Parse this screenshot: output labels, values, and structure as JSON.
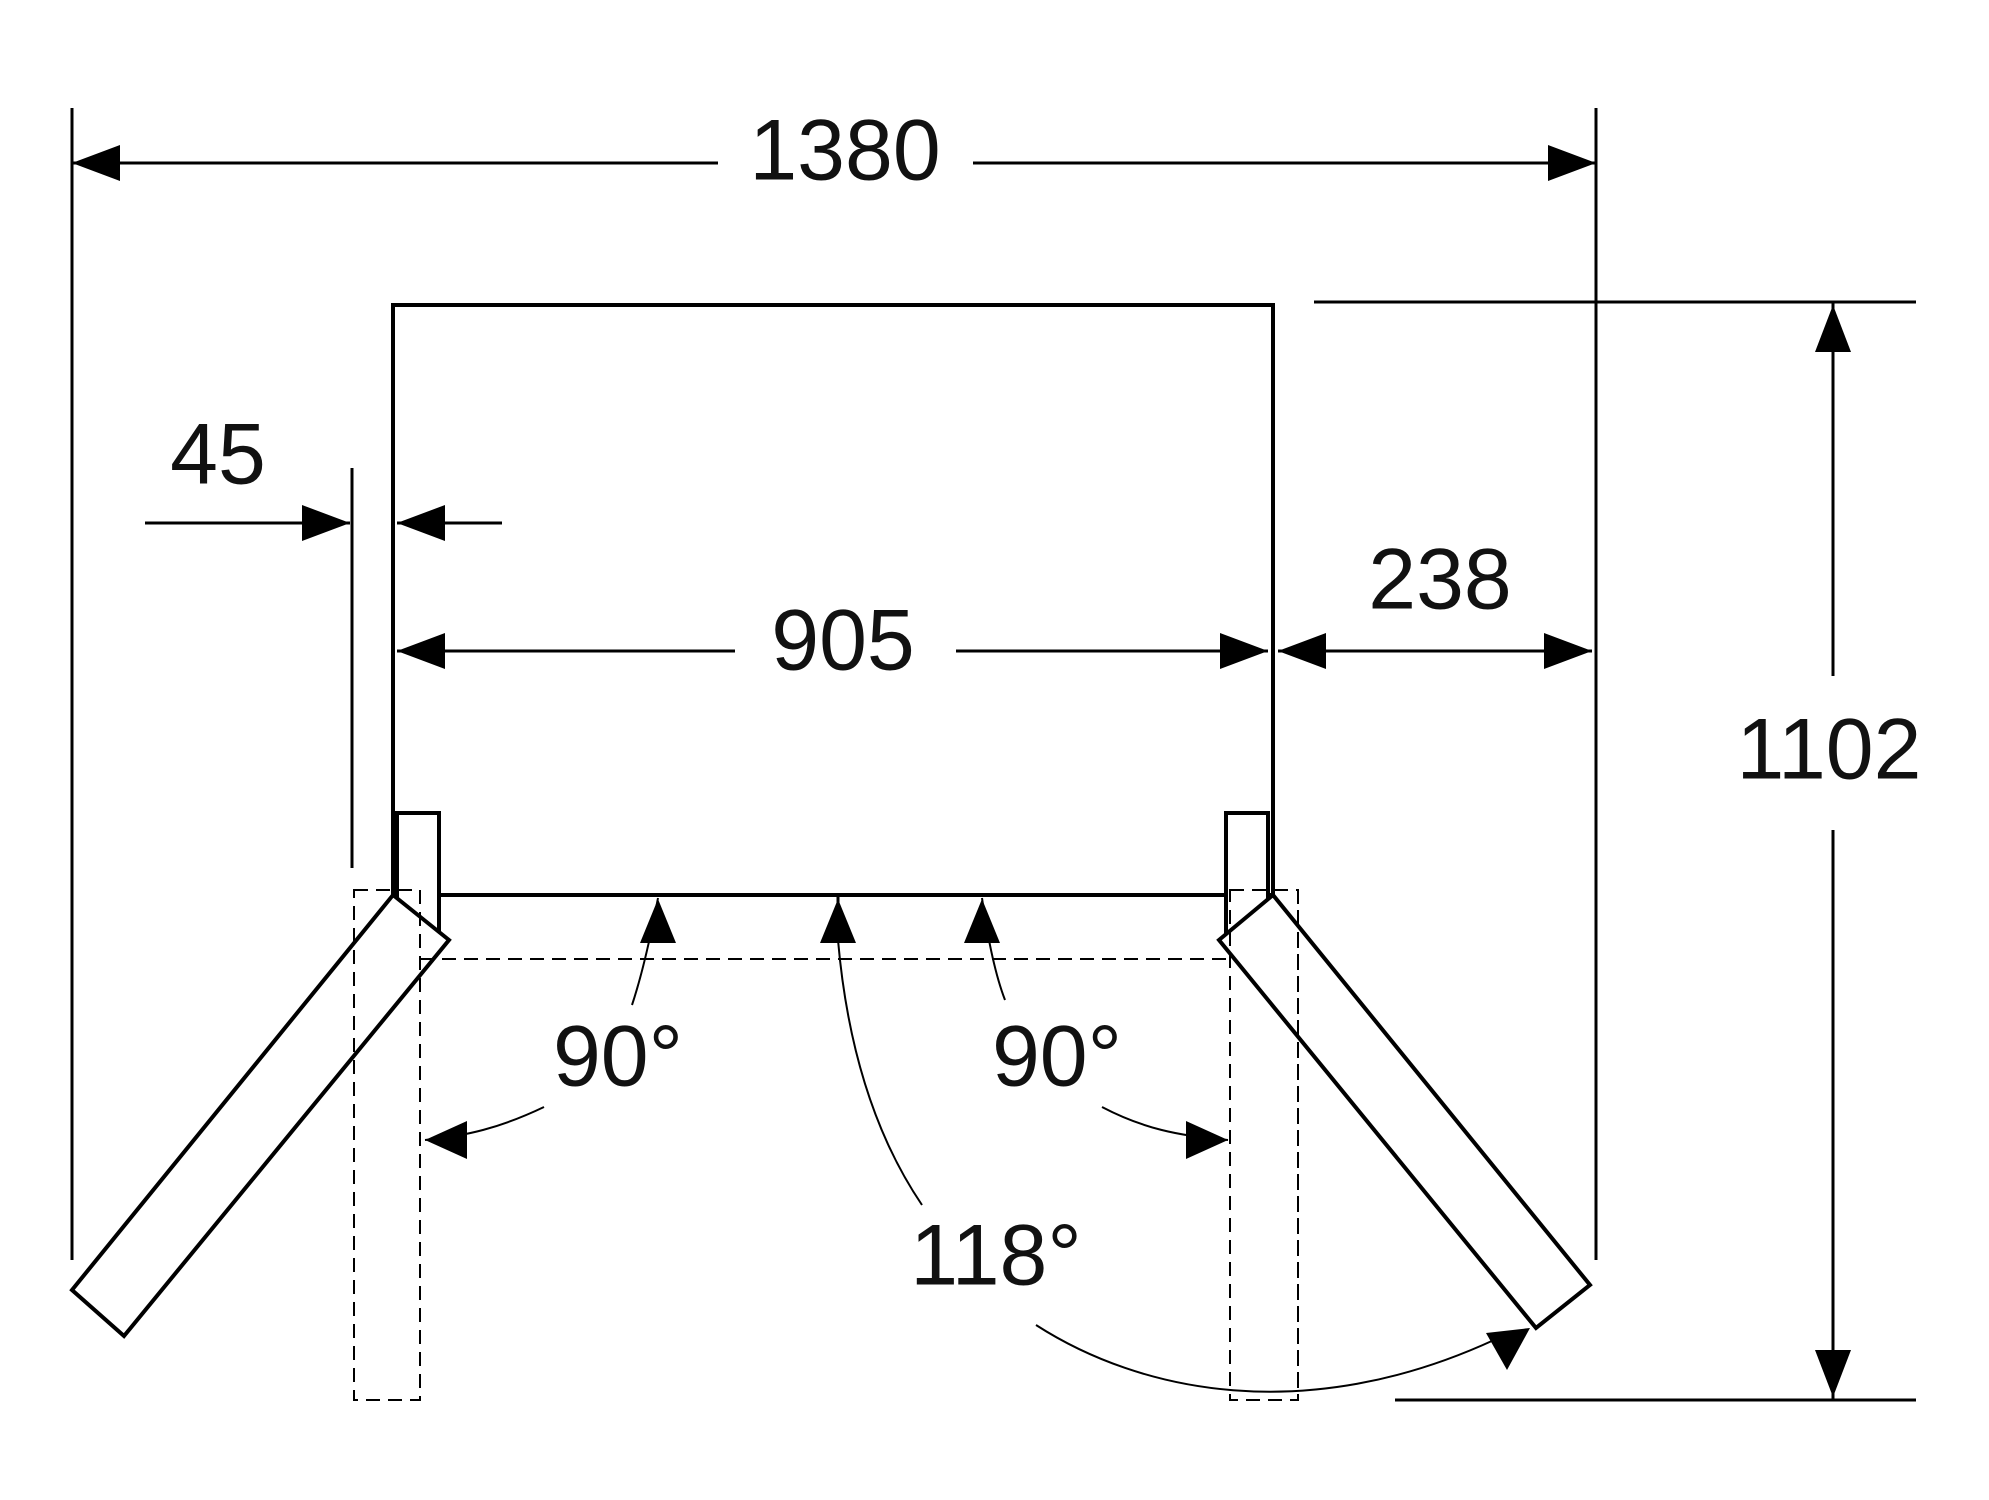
{
  "diagram": {
    "dimensions": {
      "overall_width": "1380",
      "depth": "1102",
      "door_width": "905",
      "side_clearance": "238",
      "hinge_gap": "45"
    },
    "angles": {
      "left_door": "90°",
      "right_door": "90°",
      "full_open": "118°"
    }
  }
}
